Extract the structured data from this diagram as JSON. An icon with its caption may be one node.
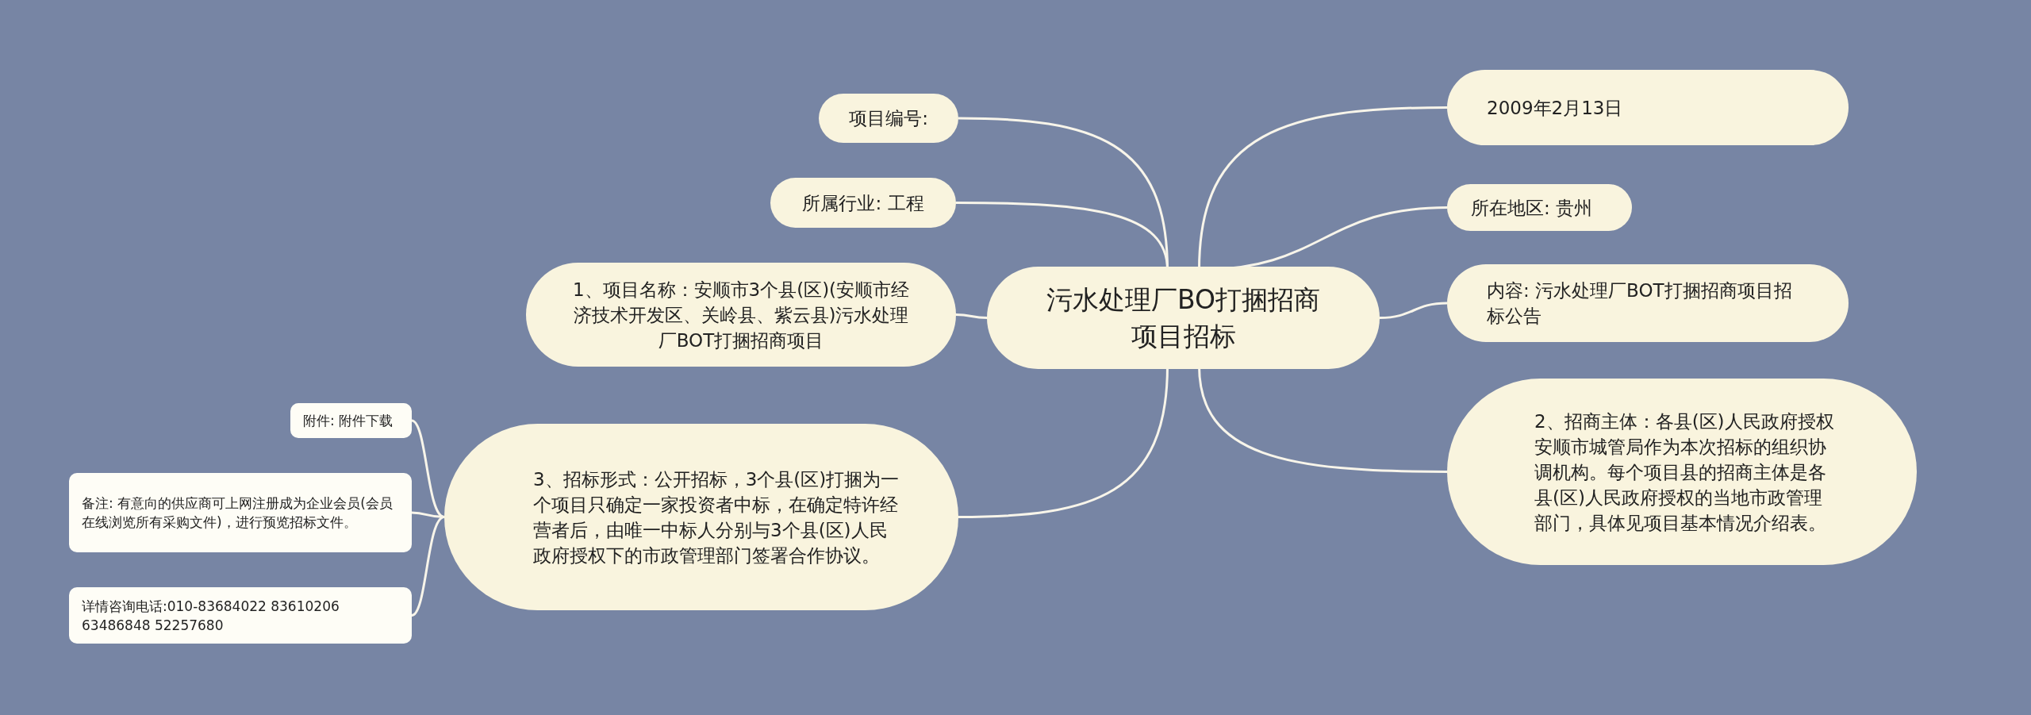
{
  "diagram": {
    "nodes": [
      {
        "text": [
          "污水处理厂BO打捆招商项目招标"
        ]
      },
      {
        "text": [
          "项目编号:"
        ]
      },
      {
        "text": [
          "所属行业: 工程"
        ]
      },
      {
        "text": [
          "1、项目名称：安顺市3个县(区)(安顺市经济技术开发区、关岭县、紫云县)污水处理厂BOT打捆招商项目"
        ]
      },
      {
        "text": [
          "3、招标形式：公开招标，3个县(区)打捆为一个项目只确定一家投资者中标，在确定特许经营者后，由唯一中标人分别与3个县(区)人民政府授权下的市政管理部门签署合作协议。"
        ]
      },
      {
        "text": [
          "附件: 附件下载"
        ]
      },
      {
        "text": [
          "备注: 有意向的供应商可上网注册成为企业会员(会员在线浏览所有采购文件)，进行预览招标文件。"
        ]
      },
      {
        "text": [
          "详情咨询电话:010-83684022 83610206 63486848 52257680"
        ]
      },
      {
        "text": [
          "2009年2月13日"
        ]
      },
      {
        "text": [
          "所在地区: 贵州"
        ]
      },
      {
        "text": [
          "内容: 污水处理厂BOT打捆招商项目招标公告"
        ]
      },
      {
        "text": [
          "2、招商主体：各县(区)人民政府授权安顺市城管局作为本次招标的组织协调机构。每个项目县的招商主体是各县(区)人民政府授权的当地市政管理部门，具体见项目基本情况介绍表。"
        ]
      }
    ],
    "edges": [
      {
        "from": 0,
        "to": 1,
        "arrow": "none"
      },
      {
        "from": 0,
        "to": 2,
        "arrow": "none"
      },
      {
        "from": 0,
        "to": 3,
        "arrow": "none"
      },
      {
        "from": 0,
        "to": 4,
        "arrow": "none"
      },
      {
        "from": 4,
        "to": 5,
        "arrow": "none"
      },
      {
        "from": 4,
        "to": 6,
        "arrow": "none"
      },
      {
        "from": 4,
        "to": 7,
        "arrow": "none"
      },
      {
        "from": 0,
        "to": 8,
        "arrow": "none"
      },
      {
        "from": 0,
        "to": 9,
        "arrow": "none"
      },
      {
        "from": 0,
        "to": 10,
        "arrow": "none"
      },
      {
        "from": 0,
        "to": 11,
        "arrow": "none"
      }
    ]
  }
}
